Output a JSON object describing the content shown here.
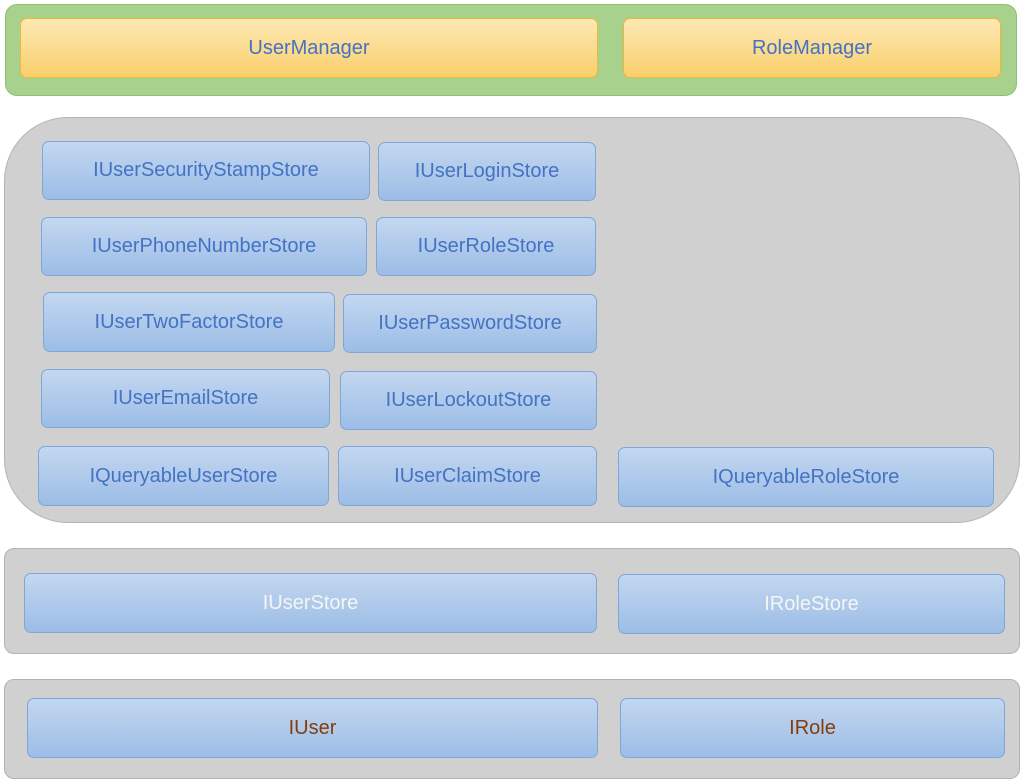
{
  "managers": {
    "user_manager": "UserManager",
    "role_manager": "RoleManager"
  },
  "stores": {
    "user_security_stamp_store": "IUserSecurityStampStore",
    "user_login_store": "IUserLoginStore",
    "user_phone_number_store": "IUserPhoneNumberStore",
    "user_role_store": "IUserRoleStore",
    "user_two_factor_store": "IUserTwoFactorStore",
    "user_password_store": "IUserPasswordStore",
    "user_email_store": "IUserEmailStore",
    "user_lockout_store": "IUserLockoutStore",
    "queryable_user_store": "IQueryableUserStore",
    "user_claim_store": "IUserClaimStore",
    "queryable_role_store": "IQueryableRoleStore"
  },
  "base_stores": {
    "user_store": "IUserStore",
    "role_store": "IRoleStore"
  },
  "entities": {
    "user": "IUser",
    "role": "IRole"
  },
  "colors": {
    "manager_layer": "#a9d18e",
    "manager_box": "#f9cf6b",
    "store_box": "#9cbde6",
    "layer_gray": "#d0d0d0",
    "label_blue": "#4472c4",
    "label_brown": "#843c0c"
  }
}
